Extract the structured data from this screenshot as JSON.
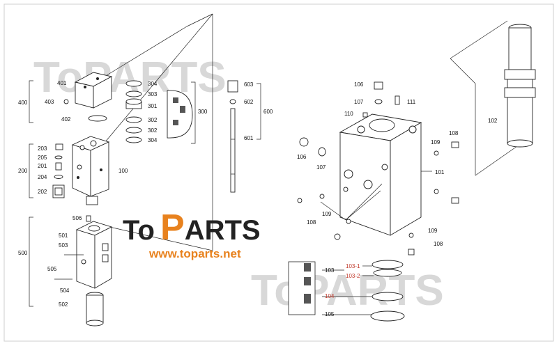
{
  "watermark": {
    "primary": "ToPARTS",
    "secondary": "ToPARTS"
  },
  "logo": {
    "brand_to": "To",
    "brand_parts": "PARTS",
    "website": "www.toparts.net",
    "color_dark": "#222222",
    "color_accent": "#e8821e"
  },
  "group_labels": {
    "g400": "400",
    "g200": "200",
    "g500": "500",
    "g300": "300",
    "g600": "600"
  },
  "labels_left": {
    "p401": "401",
    "p403": "403",
    "p402": "402",
    "p203": "203",
    "p205": "205",
    "p201": "201",
    "p204": "204",
    "p202": "202",
    "p100": "100",
    "p506": "506",
    "p501": "501",
    "p503": "503",
    "p505": "505",
    "p504": "504",
    "p502": "502"
  },
  "labels_seal_stack": {
    "s304a": "304",
    "s303": "303",
    "s301": "301",
    "s302a": "302",
    "s302b": "302",
    "s304b": "304"
  },
  "labels_stem": {
    "p603": "603",
    "p602": "602",
    "p601": "601"
  },
  "labels_right": {
    "p106a": "106",
    "p107a": "107",
    "p111": "111",
    "p110": "110",
    "p106b": "106",
    "p107b": "107",
    "p109a": "109",
    "p108a": "108",
    "p101": "101",
    "p102": "102",
    "p109b": "109",
    "p108b": "108",
    "p109c": "109",
    "p108c": "108",
    "p103": "103",
    "p103_1": "103-1",
    "p103_2": "103-2",
    "p104": "104",
    "p105": "105"
  }
}
